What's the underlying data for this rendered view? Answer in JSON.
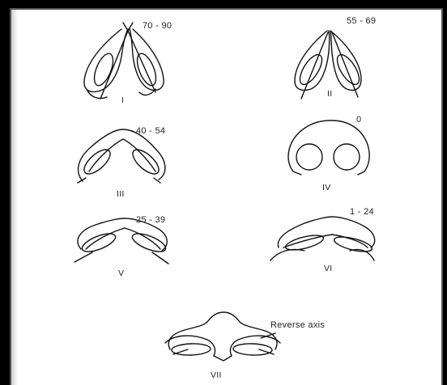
{
  "figures": [
    {
      "numeral": "I",
      "range": "70 - 90"
    },
    {
      "numeral": "II",
      "range": "55 - 69"
    },
    {
      "numeral": "III",
      "range": "40 - 54"
    },
    {
      "numeral": "IV",
      "range": "0"
    },
    {
      "numeral": "V",
      "range": "25 - 39"
    },
    {
      "numeral": "VI",
      "range": "1 - 24"
    },
    {
      "numeral": "VII",
      "range": "Reverse axis"
    }
  ]
}
